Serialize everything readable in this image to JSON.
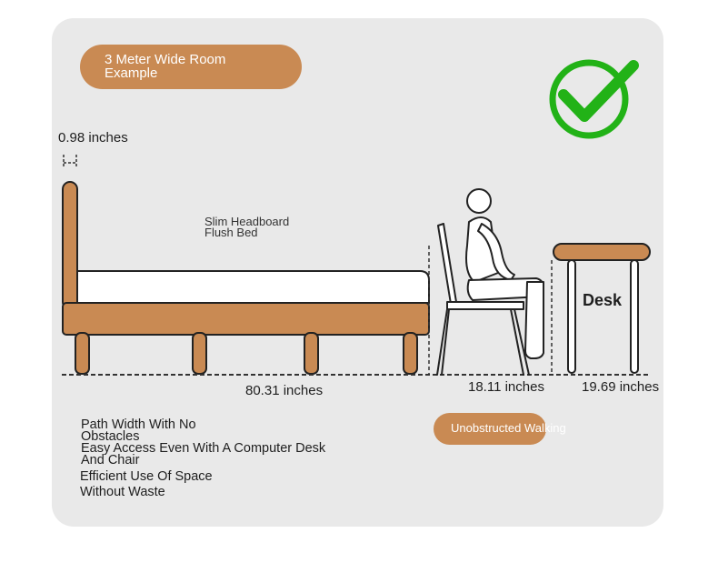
{
  "title_pill": {
    "line1": "3 Meter Wide Room",
    "line2": "Example"
  },
  "dimensions": {
    "headboard_thickness": "0.98 inches",
    "bed_length": "80.31 inches",
    "chair_depth": "18.11 inches",
    "desk_depth": "19.69 inches"
  },
  "bed_label": {
    "line1": "Slim Headboard",
    "line2": "Flush Bed"
  },
  "desk_label": "Desk",
  "walk_pill": "Unobstructed Walking",
  "features": [
    {
      "line1": "Path Width With No",
      "line2": "Obstacles"
    },
    {
      "line1": "Easy Access Even With A Computer Desk",
      "line2": "And Chair"
    },
    {
      "line1": "Efficient Use Of Space",
      "line2": "Without Waste"
    }
  ],
  "colors": {
    "wood": "#c98a53",
    "check": "#22b217",
    "panel": "#e9e9e9"
  },
  "icons": [
    "checkmark-circle-icon"
  ]
}
